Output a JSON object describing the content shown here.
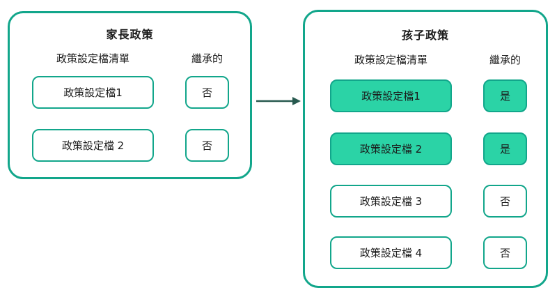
{
  "diagram": {
    "parent_panel": {
      "title": "家長政策",
      "columns": {
        "profiles": "政策設定檔清單",
        "inherited": "繼承的"
      },
      "rows": [
        {
          "profile": "政策設定檔1",
          "inherited": "否",
          "highlighted": false
        },
        {
          "profile": "政策設定檔 2",
          "inherited": "否",
          "highlighted": false
        }
      ]
    },
    "child_panel": {
      "title": "孩子政策",
      "columns": {
        "profiles": "政策設定檔清單",
        "inherited": "繼承的"
      },
      "rows": [
        {
          "profile": "政策設定檔1",
          "inherited": "是",
          "highlighted": true
        },
        {
          "profile": "政策設定檔 2",
          "inherited": "是",
          "highlighted": true
        },
        {
          "profile": "政策設定檔 3",
          "inherited": "否",
          "highlighted": false
        },
        {
          "profile": "政策設定檔 4",
          "inherited": "否",
          "highlighted": false
        }
      ]
    },
    "colors": {
      "panel_border": "#12a68b",
      "highlight_fill": "#2bd3a6",
      "arrow": "#27594f",
      "text": "#1a1a1a",
      "background": "#ffffff"
    }
  }
}
